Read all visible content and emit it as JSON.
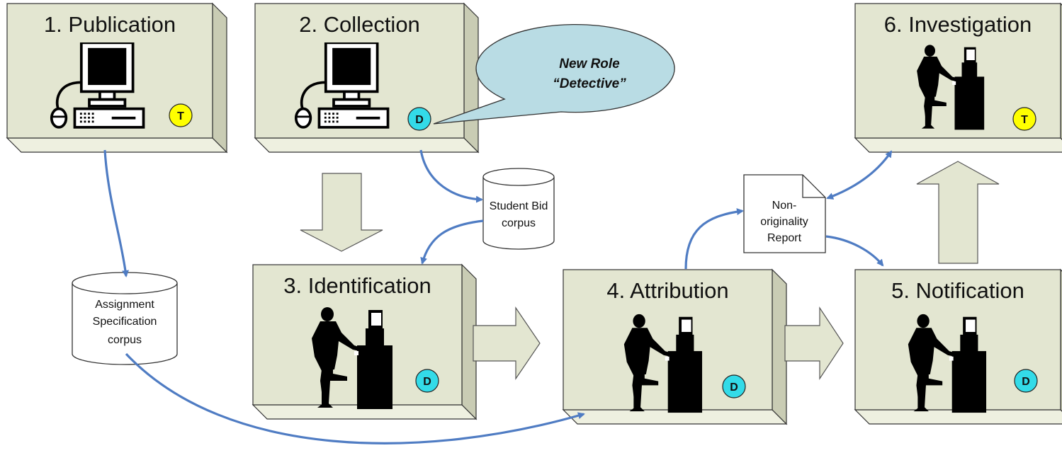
{
  "stages": [
    {
      "id": "publication",
      "title": "1. Publication",
      "icon": "computer-icon",
      "role": "T"
    },
    {
      "id": "collection",
      "title": "2. Collection",
      "icon": "computer-icon",
      "role": "D"
    },
    {
      "id": "identification",
      "title": "3. Identification",
      "icon": "person-at-computer-icon",
      "role": "D"
    },
    {
      "id": "attribution",
      "title": "4. Attribution",
      "icon": "person-at-computer-icon",
      "role": "D"
    },
    {
      "id": "notification",
      "title": "5. Notification",
      "icon": "person-at-computer-icon",
      "role": "D"
    },
    {
      "id": "investigation",
      "title": "6. Investigation",
      "icon": "person-at-computer-icon",
      "role": "T"
    }
  ],
  "corpora": {
    "student_bid": {
      "lines": [
        "Student Bid",
        "corpus"
      ]
    },
    "assignment_spec": {
      "lines": [
        "Assignment",
        "Specification",
        "corpus"
      ]
    }
  },
  "report": {
    "lines": [
      "Non-",
      "originality",
      "Report"
    ]
  },
  "callout": {
    "lines": [
      "New Role",
      "“Detective”"
    ]
  },
  "colors": {
    "box_front": "#e3e6d1",
    "box_top": "#eef0e0",
    "box_side": "#c9ccb4",
    "box_stroke": "#333333",
    "badge_teacher": "#ffff00",
    "badge_detective": "#33dbe8",
    "connector": "#4f7cc3",
    "block_arrow": "#e3e6d1",
    "callout_fill": "#b9dce4"
  }
}
